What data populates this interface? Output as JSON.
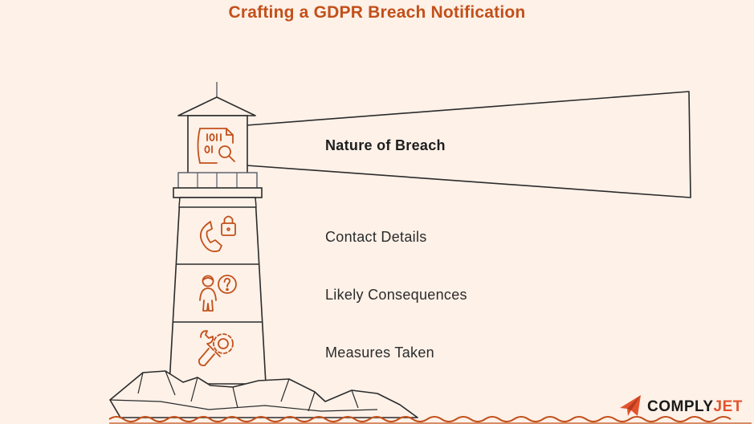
{
  "title": "Crafting a GDPR Breach Notification",
  "items": [
    {
      "label": "Nature of Breach",
      "icon": "binary-search-icon",
      "highlighted": true
    },
    {
      "label": "Contact Details",
      "icon": "phone-lock-icon",
      "highlighted": false
    },
    {
      "label": "Likely Consequences",
      "icon": "person-question-icon",
      "highlighted": false
    },
    {
      "label": "Measures Taken",
      "icon": "wrench-gear-icon",
      "highlighted": false
    }
  ],
  "logo": {
    "part1": "COMPLY",
    "part2": "JET"
  },
  "colors": {
    "accent": "#c2501a",
    "background": "#fdf1e8",
    "ink": "#2b2b2b",
    "logo_accent": "#e2532d"
  }
}
